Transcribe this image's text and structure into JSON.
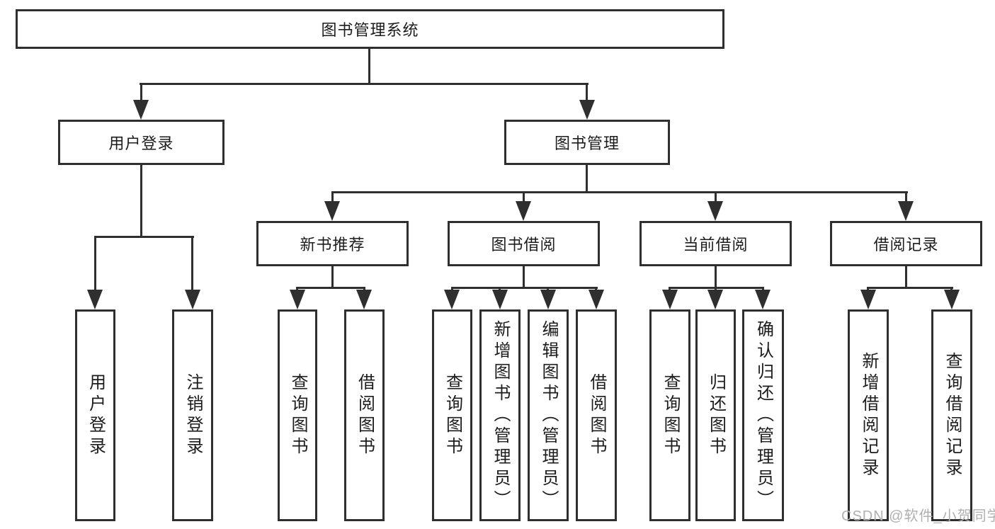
{
  "colors": {
    "line": "#2f2f2f",
    "text": "#1c1c1c",
    "watermark": "#b0b0b0",
    "background": "#ffffff"
  },
  "diagram": {
    "root": {
      "label": "图书管理系统"
    },
    "branches": [
      {
        "label": "用户登录",
        "children": [
          {
            "label": "用户登录"
          },
          {
            "label": "注销登录"
          }
        ]
      },
      {
        "label": "图书管理",
        "children": [
          {
            "label": "新书推荐",
            "children": [
              {
                "label": "查询图书"
              },
              {
                "label": "借阅图书"
              }
            ]
          },
          {
            "label": "图书借阅",
            "children": [
              {
                "label": "查询图书"
              },
              {
                "label": "新增图书（管理员）"
              },
              {
                "label": "编辑图书（管理员）"
              },
              {
                "label": "借阅图书"
              }
            ]
          },
          {
            "label": "当前借阅",
            "children": [
              {
                "label": "查询图书"
              },
              {
                "label": "归还图书"
              },
              {
                "label": "确认归还（管理员）"
              }
            ]
          },
          {
            "label": "借阅记录",
            "children": [
              {
                "label": "新增借阅记录"
              },
              {
                "label": "查询借阅记录"
              }
            ]
          }
        ]
      }
    ]
  },
  "watermark": {
    "text": "CSDN @软件_小贺同学"
  }
}
